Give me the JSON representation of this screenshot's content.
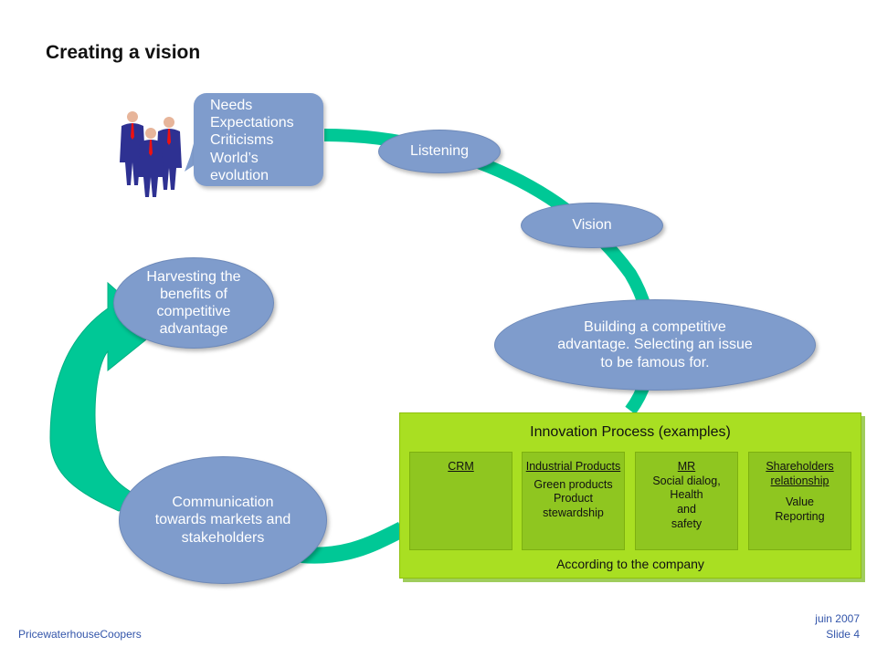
{
  "slide": {
    "title": "Creating a vision",
    "bubble_lines": [
      "Needs",
      "Expectations",
      "Criticisms",
      "World’s",
      "evolution"
    ],
    "listening": "Listening",
    "vision": "Vision",
    "building": "Building a competitive advantage. Selecting an issue to be famous for.",
    "harvesting": "Harvesting the benefits of competitive advantage",
    "communication": "Communication towards markets and stakeholders",
    "innovation": {
      "title": "Innovation Process (examples)",
      "columns": [
        {
          "head": "CRM",
          "lines": []
        },
        {
          "head": "Industrial Products",
          "lines": [
            "Green products",
            "Product stewardship"
          ]
        },
        {
          "head": "MR",
          "lines": [
            "Social dialog,",
            "Health",
            "and",
            "safety"
          ]
        },
        {
          "head": "Shareholders relationship",
          "lines": [
            "Value",
            "Reporting"
          ]
        }
      ],
      "footer": "According to the company"
    }
  },
  "footer": {
    "company": "PricewaterhouseCoopers",
    "date": "juin 2007",
    "slide": "Slide 4"
  },
  "colors": {
    "ellipse": "#7f9ccc",
    "arrow": "#00c896",
    "innovation_box": "#a9df22",
    "footer_text": "#3355aa"
  },
  "icons": [
    "business-people-icon"
  ]
}
